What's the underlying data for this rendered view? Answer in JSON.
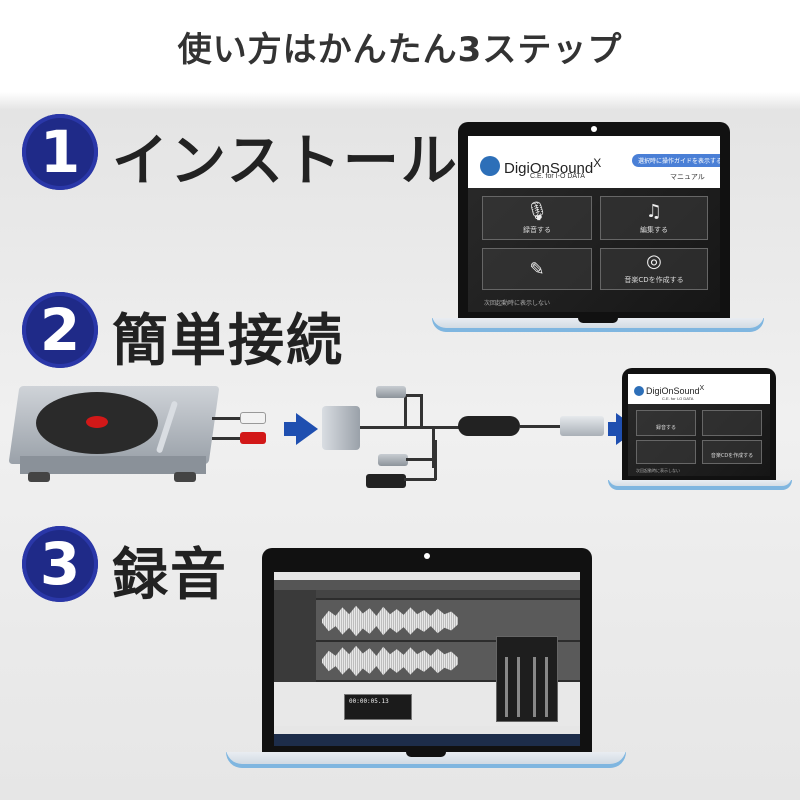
{
  "headline": "使い方はかんたん3ステップ",
  "steps": [
    {
      "number": "1",
      "title": "インストール"
    },
    {
      "number": "2",
      "title": "簡単接続"
    },
    {
      "number": "3",
      "title": "録音"
    }
  ],
  "app": {
    "brand": "DigiOnSound",
    "brand_suffix": "X",
    "subtitle": "C.E. for I-O DATA",
    "toggle_label": "選択時に操作ガイドを表示する",
    "manual_label": "マニュアル",
    "tiles": {
      "record": "録音する",
      "edit": "編集する",
      "cd": "音楽CDを作成する"
    },
    "footer": "次回起動時に表示しない"
  },
  "daw": {
    "transport_time": "00:00:05.13"
  },
  "colors": {
    "step_badge": "#1f2a88",
    "arrow": "#1f4fb0",
    "accent_light_blue": "#7fb6e0",
    "record_red": "#d21818"
  }
}
